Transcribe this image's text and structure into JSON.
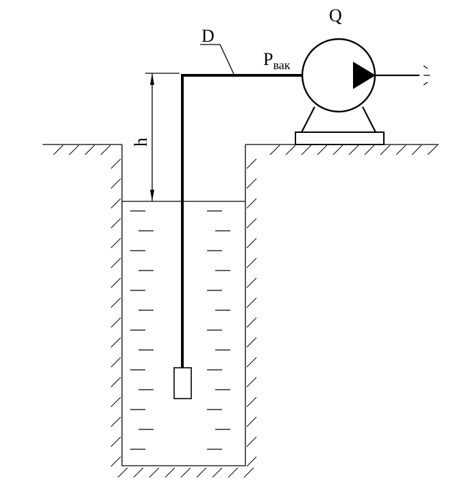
{
  "labels": {
    "flow": "Q",
    "diameter": "D",
    "pressure_main": "P",
    "pressure_sub": "вак",
    "height": "h"
  }
}
